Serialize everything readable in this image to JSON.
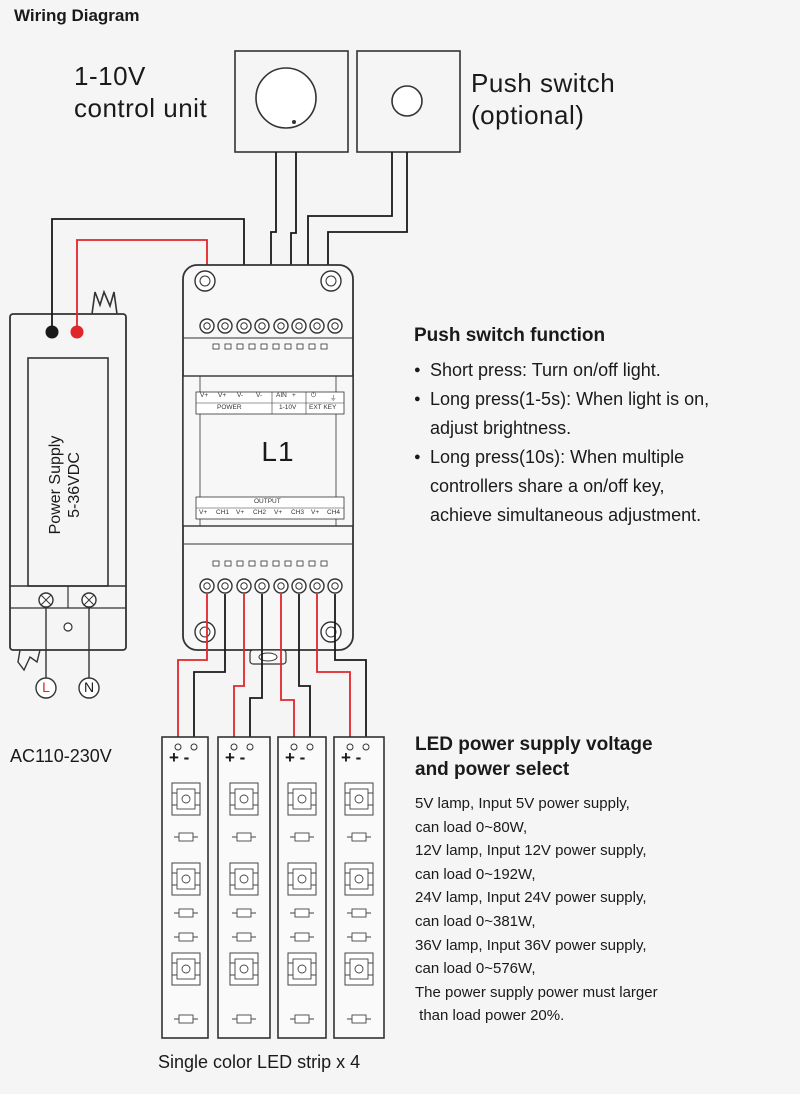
{
  "header": {
    "title": "Wiring Diagram"
  },
  "control_unit": {
    "line1": "1-10V",
    "line2": "control unit"
  },
  "push_switch": {
    "line1": "Push switch",
    "line2": "(optional)"
  },
  "power_supply": {
    "line1": "Power Supply",
    "line2": "5-36VDC",
    "terminal_l": "L",
    "terminal_n": "N"
  },
  "mains_label": "AC110-230V",
  "controller": {
    "name": "L1",
    "top_labels": [
      "V+",
      "V+",
      "V-",
      "V-",
      "AIN",
      "+",
      "⏻",
      "⏚"
    ],
    "power_label": "POWER",
    "dim_label": "1-10V",
    "ext_label": "EXT KEY",
    "output_label": "OUTPUT",
    "bottom_labels": [
      "V+",
      "CH1",
      "V+",
      "CH2",
      "V+",
      "CH3",
      "V+",
      "CH4"
    ]
  },
  "push_function": {
    "title": "Push switch function",
    "items": [
      "Short press: Turn on/off light.",
      "Long press(1-5s): When light is on,\nadjust brightness.",
      "Long press(10s): When multiple\ncontrollers share a on/off key,\nachieve simultaneous adjustment."
    ]
  },
  "led_select": {
    "title_line1": "LED power supply voltage",
    "title_line2": "and power select",
    "lines": [
      "5V lamp, Input 5V power supply,",
      "can load 0~80W,",
      "12V lamp, Input 12V power supply,",
      "can load 0~192W,",
      "24V lamp, Input 24V power supply,",
      "can load 0~381W,",
      "36V lamp, Input 36V power supply,",
      "can load 0~576W,",
      "The power supply power must larger",
      " than load power 20%."
    ]
  },
  "strips": {
    "plus": "+",
    "minus": "-",
    "caption": "Single color LED strip x 4"
  },
  "colors": {
    "red_wire": "#e0262b",
    "black_wire": "#1a1a1a",
    "outline": "#333333"
  }
}
